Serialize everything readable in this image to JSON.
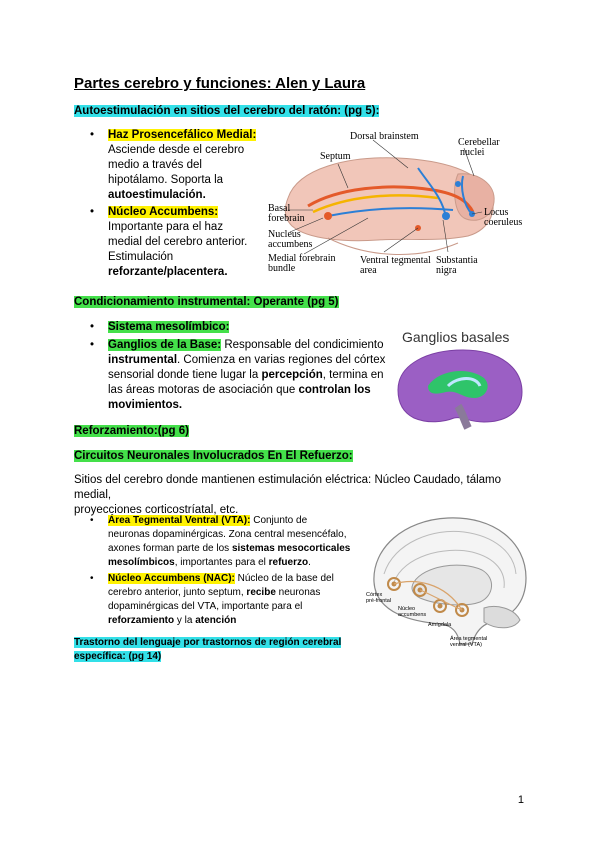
{
  "title": "Partes cerebro y funciones: Alen y Laura",
  "s1": {
    "heading": "Autoestimulación en sitios del cerebro del ratón: (pg 5):",
    "items": [
      {
        "label": "Haz Prosencefálico Medial:",
        "lines": [
          "Asciende desde el cerebro",
          "medio a través del",
          "hipotálamo. Soporta la"
        ],
        "bold_line": "autoestimulación."
      },
      {
        "label": "Núcleo Accumbens:",
        "lines": [
          "Importante para el haz",
          "medial del cerebro anterior.",
          "Estimulación"
        ],
        "bold_line": "reforzante/placentera."
      }
    ]
  },
  "fig1": {
    "labels": {
      "dorsal_brainstem": "Dorsal brainstem",
      "septum": "Septum",
      "cerebellar": "Cerebellar",
      "nuclei": "nuclei",
      "basal": "Basal",
      "forebrain": "forebrain",
      "nucleus": "Nucleus",
      "accumbens": "accumbens",
      "locus": "Locus",
      "coeruleus": "coeruleus",
      "medial_fb": "Medial forebrain",
      "bundle": "bundle",
      "ventral_tegmental": "Ventral tegmental",
      "area": "area",
      "substantia": "Substantia",
      "nigra": "nigra"
    }
  },
  "s2": {
    "heading": "Condicionamiento instrumental: Operante (pg 5)",
    "items": [
      {
        "label": "Sistema mesolímbico:"
      },
      {
        "label": "Ganglios de la Base:",
        "text1": " Responsable del condicimiento",
        "line2_bold": "instrumental",
        "line2_rest": ".  Comienza en varias regiones del córtex",
        "line3_a": "sensorial donde tiene lugar la ",
        "line3_bold": "percepción",
        "line3_b": ", termina en",
        "line4_a": "las áreas motoras de asociación que ",
        "line4_bold": "controlan los",
        "line5_bold": "movimientos."
      }
    ]
  },
  "fig2": {
    "caption": "Ganglios basales"
  },
  "s3": {
    "heading": "Reforzamiento:(pg 6)"
  },
  "s4": {
    "heading": "Circuitos Neuronales Involucrados En El Refuerzo:",
    "para1": "Sitios del cerebro donde mantienen estimulación eléctrica: Núcleo Caudado, tálamo medial,",
    "para2": "proyecciones corticostríatal, etc.",
    "items": [
      {
        "label": "Área Tegmental Ventral (VTA):",
        "t1": " Conjunto de",
        "l2": "neuronas dopaminérgicas. Zona central mesencéfalo,",
        "l3_a": "axones forman parte de los ",
        "l3_bold": "sistemas mesocorticales",
        "l4_bold": "mesolímbicos",
        "l4_rest": ", importantes para el ",
        "l4_bold2": "refuerzo",
        "l4_end": "."
      },
      {
        "label": "Núcleo Accumbens (NAC):",
        "t1": " Núcleo de la base del",
        "l2_a": "cerebro anterior, junto septum, ",
        "l2_bold": "recibe",
        "l2_b": " neuronas",
        "l3": "dopaminérgicas del VTA, importante para el",
        "l4_bold": "reforzamiento",
        "l4_rest": " y la ",
        "l4_bold2": "atención"
      }
    ]
  },
  "fig3": {
    "labels": {
      "cortex": "Córtex",
      "prefrontal": "pré-frontal",
      "nucleo": "Núcleo",
      "accumbens": "accumbens",
      "amigdala": "Amígdala",
      "area_teg": "Área tegmental",
      "ventral": "ventral (VTA)"
    }
  },
  "s5": {
    "heading_l1": "Trastorno del lenguaje por trastornos de región cerebral",
    "heading_l2": "específica: (pg 14)"
  },
  "page_number": "1",
  "colors": {
    "cyan": "#33e0e8",
    "green": "#44e04a",
    "yellow": "#fff200"
  }
}
